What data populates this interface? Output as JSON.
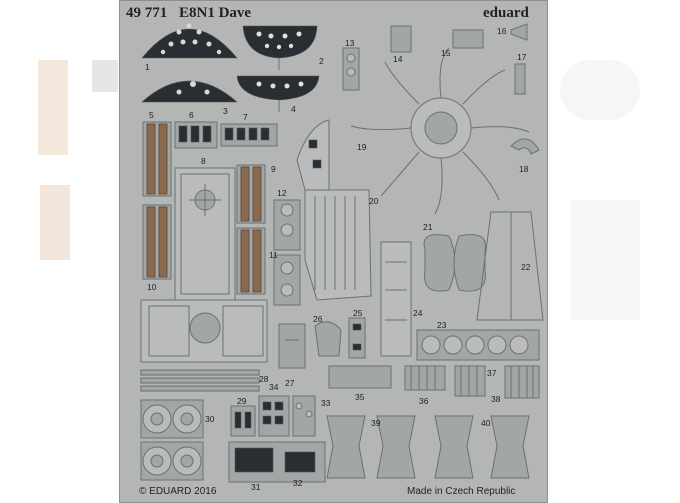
{
  "header": {
    "code": "49 771",
    "name": "E8N1 Dave",
    "brand": "eduard"
  },
  "footer": {
    "copyright": "© EDUARD 2016",
    "origin": "Made in Czech Republic"
  },
  "part_numbers": [
    "1",
    "2",
    "3",
    "4",
    "5",
    "6",
    "7",
    "8",
    "9",
    "10",
    "11",
    "12",
    "13",
    "14",
    "15",
    "16",
    "17",
    "18",
    "19",
    "20",
    "21",
    "22",
    "23",
    "24",
    "25",
    "26",
    "27",
    "28",
    "29",
    "30",
    "31",
    "32",
    "33",
    "34",
    "35",
    "36",
    "37",
    "38",
    "39",
    "40"
  ],
  "colors": {
    "fret": "#b4b6b6",
    "part": "#a3a6a7",
    "dark_instrument": "#2a2d31",
    "copper_belt": "#8a6a4e"
  }
}
